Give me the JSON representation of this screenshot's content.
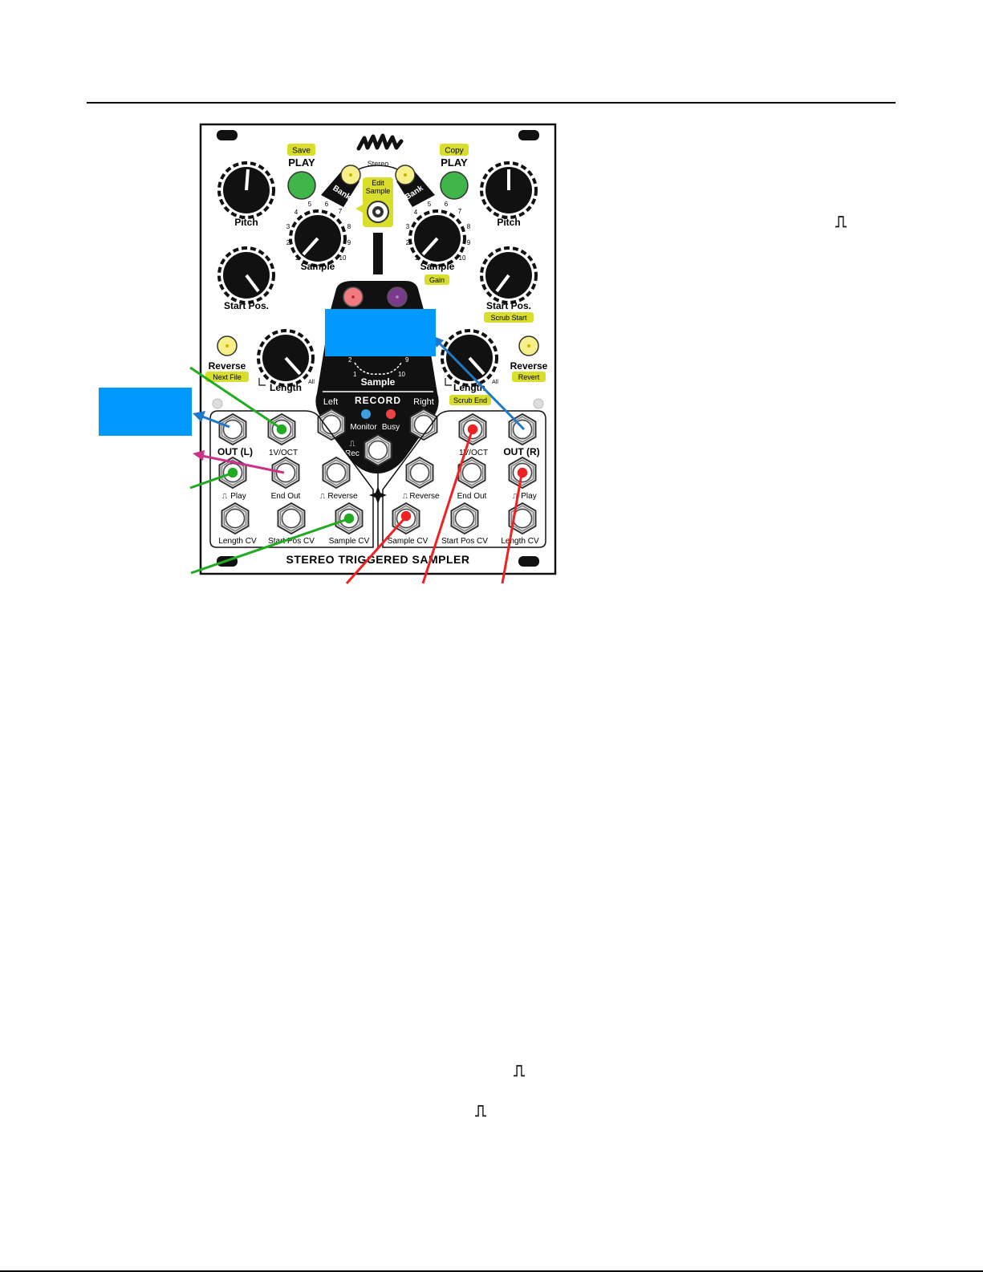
{
  "brand": "4ms",
  "module_title": "STEREO TRIGGERED SAMPLER",
  "pulse_symbol": "⎍",
  "colors": {
    "panel": "#ffffff",
    "ink": "#111111",
    "label_yellow": "#d9dd2c",
    "play_green": "#3fb54a",
    "led_yellow": "#f7f08a",
    "blue_annotation": "#0099ff",
    "green_arrow": "#22aa22",
    "magenta_arrow": "#cc3388",
    "red_arrow": "#ee2222",
    "blue_arrow": "#1f78c8",
    "monitor_led": "#3aa0e0",
    "busy_led": "#ee4444",
    "rec_led_left": "#f07a80",
    "rec_led_right": "#7a3a8a"
  },
  "tags": {
    "save": "Save",
    "copy": "Copy",
    "next_file": "Next File",
    "revert": "Revert",
    "gain": "Gain",
    "scrub_start": "Scrub Start",
    "scrub_end": "Scrub End",
    "edit_sample_1": "Edit",
    "edit_sample_2": "Sample"
  },
  "labels": {
    "play": "PLAY",
    "stereo": "Stereo",
    "bank": "Bank",
    "pitch": "Pitch",
    "sample": "Sample",
    "start_pos": "Start Pos.",
    "length": "Length",
    "all": "All",
    "reverse": "Reverse",
    "record": "RECORD",
    "left": "Left",
    "right": "Right",
    "monitor": "Monitor",
    "busy": "Busy",
    "rec": "Rec"
  },
  "dial_numbers": [
    "1",
    "2",
    "3",
    "4",
    "5",
    "6",
    "7",
    "8",
    "9",
    "10"
  ],
  "jacks": {
    "out_l": "OUT (L)",
    "out_r": "OUT (R)",
    "voct_l": "1V/OCT",
    "voct_r": "1V/OCT",
    "play_l": "Play",
    "play_r": "Play",
    "end_out_l": "End Out",
    "end_out_r": "End Out",
    "reverse_l": "Reverse",
    "reverse_r": "Reverse",
    "length_cv_l": "Length CV",
    "length_cv_r": "Length CV",
    "start_pos_cv_l": "Start Pos CV",
    "start_pos_cv_r": "Start Pos CV",
    "sample_cv_l": "Sample CV",
    "sample_cv_r": "Sample CV"
  }
}
